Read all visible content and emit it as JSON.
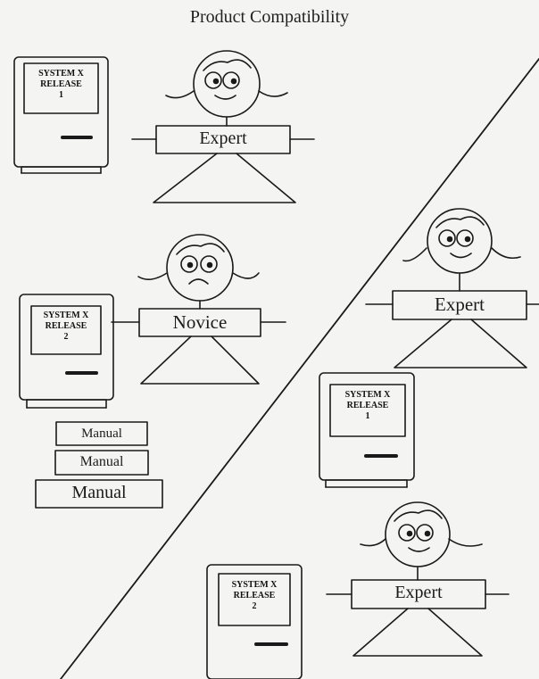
{
  "title": "Product Compatibility",
  "computers": [
    {
      "line1": "SYSTEM X",
      "line2": "RELEASE",
      "line3": "1"
    },
    {
      "line1": "SYSTEM X",
      "line2": "RELEASE",
      "line3": "2"
    },
    {
      "line1": "SYSTEM X",
      "line2": "RELEASE",
      "line3": "1"
    },
    {
      "line1": "SYSTEM X",
      "line2": "RELEASE",
      "line3": "2"
    }
  ],
  "people": [
    {
      "label": "Expert",
      "mood": "happy"
    },
    {
      "label": "Novice",
      "mood": "sad"
    },
    {
      "label": "Expert",
      "mood": "happy"
    },
    {
      "label": "Expert",
      "mood": "happy"
    }
  ],
  "manuals": [
    "Manual",
    "Manual",
    "Manual"
  ]
}
